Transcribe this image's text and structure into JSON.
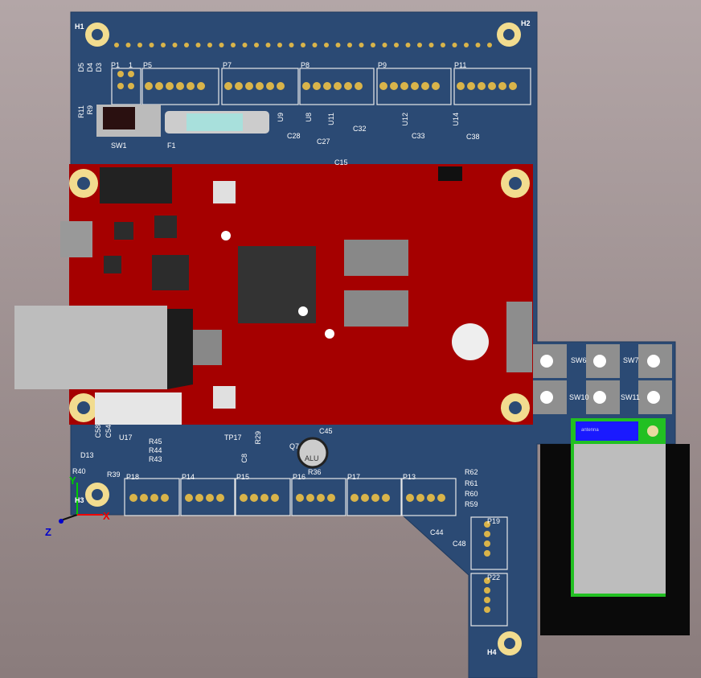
{
  "mounting_holes": [
    "H1",
    "H2",
    "H3",
    "H4"
  ],
  "designators": {
    "P1": "P1",
    "P5": "P5",
    "P7": "P7",
    "P8": "P8",
    "P9": "P9",
    "P11": "P11",
    "pin1": "1",
    "D5": "D5",
    "D4": "D4",
    "D3": "D3",
    "R11": "R11",
    "R9": "R9",
    "SW1": "SW1",
    "F1": "F1",
    "U9": "U9",
    "U8": "U8",
    "U11": "U11",
    "U12": "U12",
    "U14": "U14",
    "C28": "C28",
    "C27": "C27",
    "C32": "C32",
    "C33": "C33",
    "C38": "C38",
    "C15": "C15",
    "C58": "C58",
    "C54": "C54",
    "U17": "U17",
    "R45": "R45",
    "R44": "R44",
    "R43": "R43",
    "D13": "D13",
    "R40": "R40",
    "R39": "R39",
    "TP17": "TP17",
    "R29": "R29",
    "C8": "C8",
    "Q7": "Q7",
    "C45": "C45",
    "R36": "R36",
    "P18": "P18",
    "P14": "P14",
    "P15": "P15",
    "P16": "P16",
    "P17": "P17",
    "P13": "P13",
    "R62": "R62",
    "R61": "R61",
    "R60": "R60",
    "R59": "R59",
    "C44": "C44",
    "C48": "C48",
    "P19": "P19",
    "P22": "P22",
    "SW6": "SW6",
    "SW7": "SW7",
    "SW10": "SW10",
    "SW11": "SW11"
  },
  "capacitor_marking": "ALU",
  "antenna_label": "antenna",
  "axes": {
    "x": "X",
    "y": "Y",
    "z": "Z"
  },
  "colors": {
    "pcb": "#2b4a74",
    "shield": "#a50000",
    "pad": "#d9b44a",
    "module_green": "#22c022",
    "antenna_blue": "#1a1aff"
  }
}
